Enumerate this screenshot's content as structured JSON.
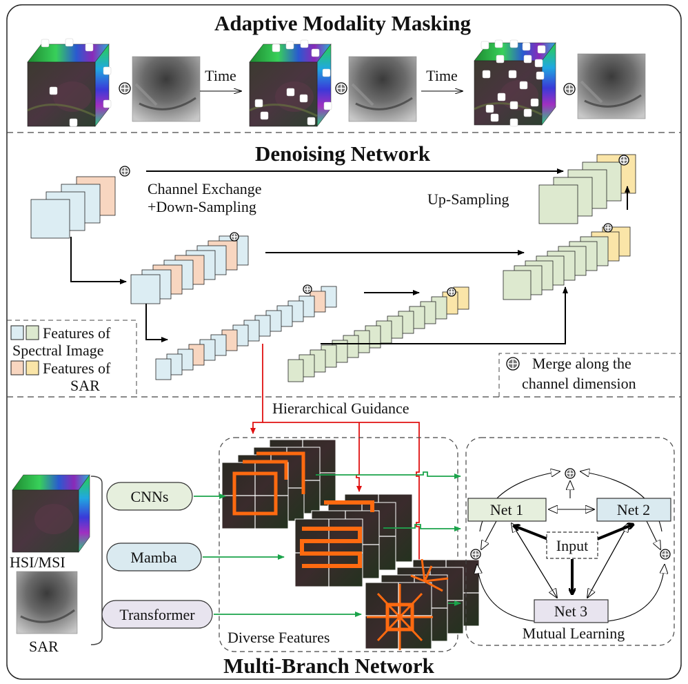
{
  "sections": {
    "masking": {
      "title": "Adaptive Modality Masking",
      "time_label_1": "Time",
      "time_label_2": "Time"
    },
    "denoising": {
      "title": "Denoising Network",
      "channel_exchange_line1": "Channel Exchange",
      "channel_exchange_line2": "+Down-Sampling",
      "up_sampling": "Up-Sampling",
      "legend_spectral_line1": "Features of",
      "legend_spectral_line2": "Spectral Image",
      "legend_sar_line1": "Features of",
      "legend_sar_line2": "SAR",
      "merge_line1": "Merge along the",
      "merge_line2": "channel dimension"
    },
    "multibranch": {
      "title": "Multi-Branch Network",
      "hierarchical_guidance": "Hierarchical Guidance",
      "branches": [
        "CNNs",
        "Mamba",
        "Transformer"
      ],
      "input_hsi": "HSI/MSI",
      "input_sar": "SAR",
      "diverse_features": "Diverse Features",
      "nets": [
        "Net 1",
        "Net 2",
        "Net 3"
      ],
      "input_node": "Input",
      "mutual_learning": "Mutual Learning"
    }
  },
  "colors": {
    "spectral_blue": "#dcedf3",
    "spectral_green": "#dde9cf",
    "sar_orange": "#f8d6c0",
    "sar_yellow": "#fae5a8",
    "guidance_red": "#e01010",
    "branch_green": "#1aa34a",
    "attention_orange": "#ff6a10",
    "cnn_fill": "#e6efdd",
    "mamba_fill": "#daeaf0",
    "transformer_fill": "#e8e4ef"
  },
  "icons": [
    "merge-plus-icon",
    "arrow-right-icon"
  ]
}
